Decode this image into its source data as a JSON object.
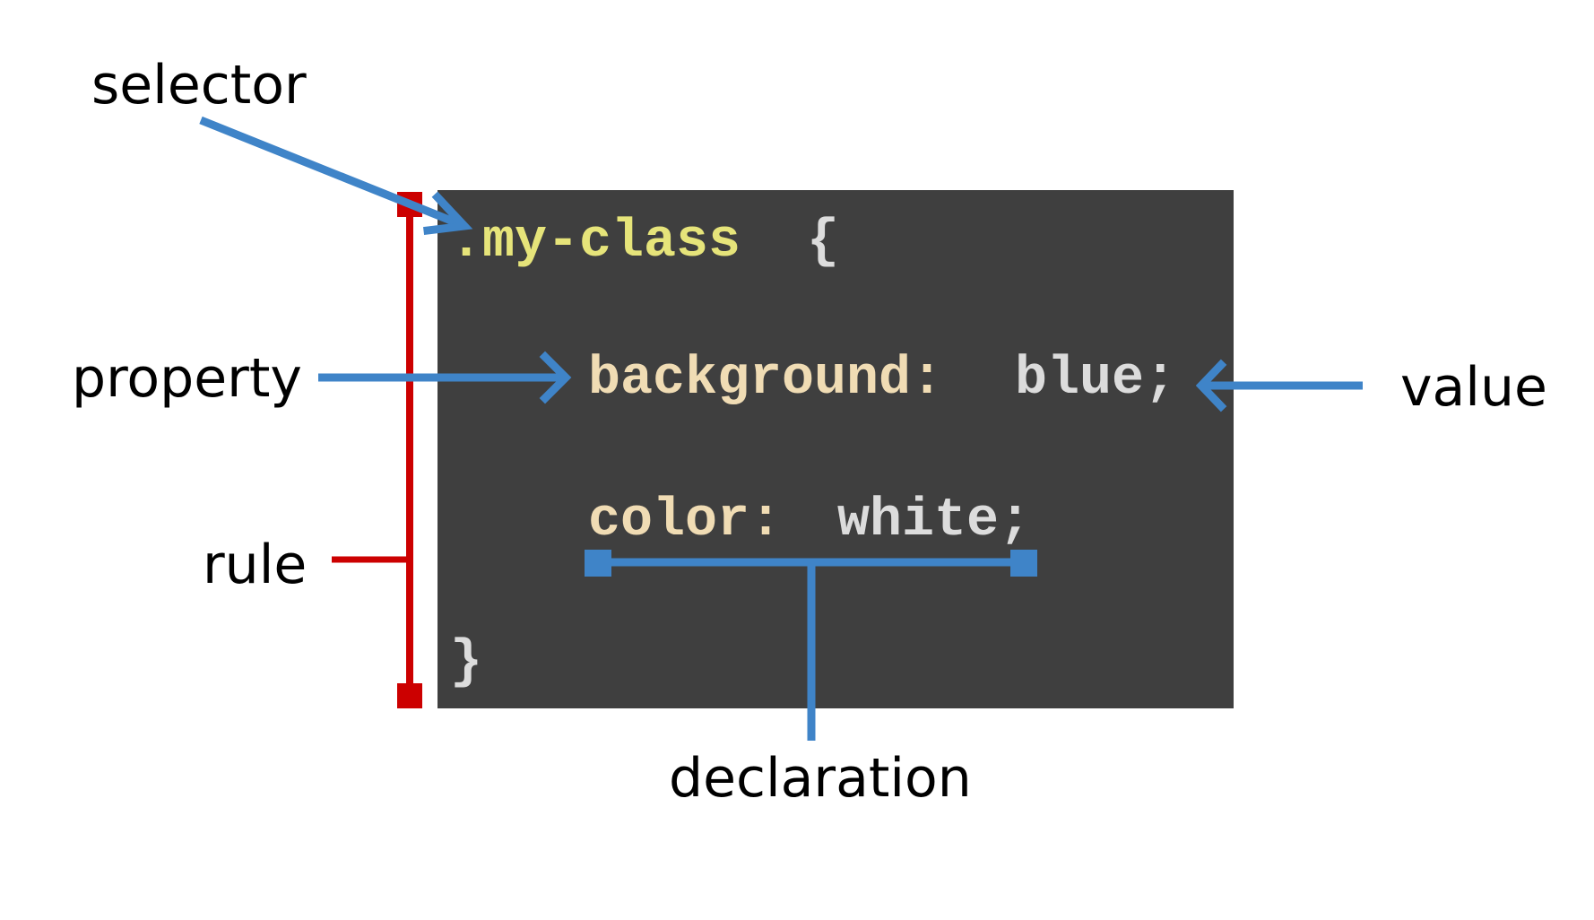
{
  "labels": {
    "selector": "selector",
    "property": "property",
    "rule": "rule",
    "value": "value",
    "declaration": "declaration"
  },
  "code": {
    "selector": ".my-class",
    "open_brace": "{",
    "line1_property": "background:",
    "line1_value": "blue;",
    "line2_property": "color:",
    "line2_value": "white;",
    "close_brace": "}"
  },
  "colors": {
    "code_background": "#3f3f3f",
    "selector_text": "#e6e47a",
    "property_text": "#f0dcb4",
    "value_text": "#dcdcdc",
    "brace_text": "#dcdcdc",
    "arrow_blue": "#3f84c8",
    "rule_red": "#cc0000",
    "label_text": "#000000"
  }
}
